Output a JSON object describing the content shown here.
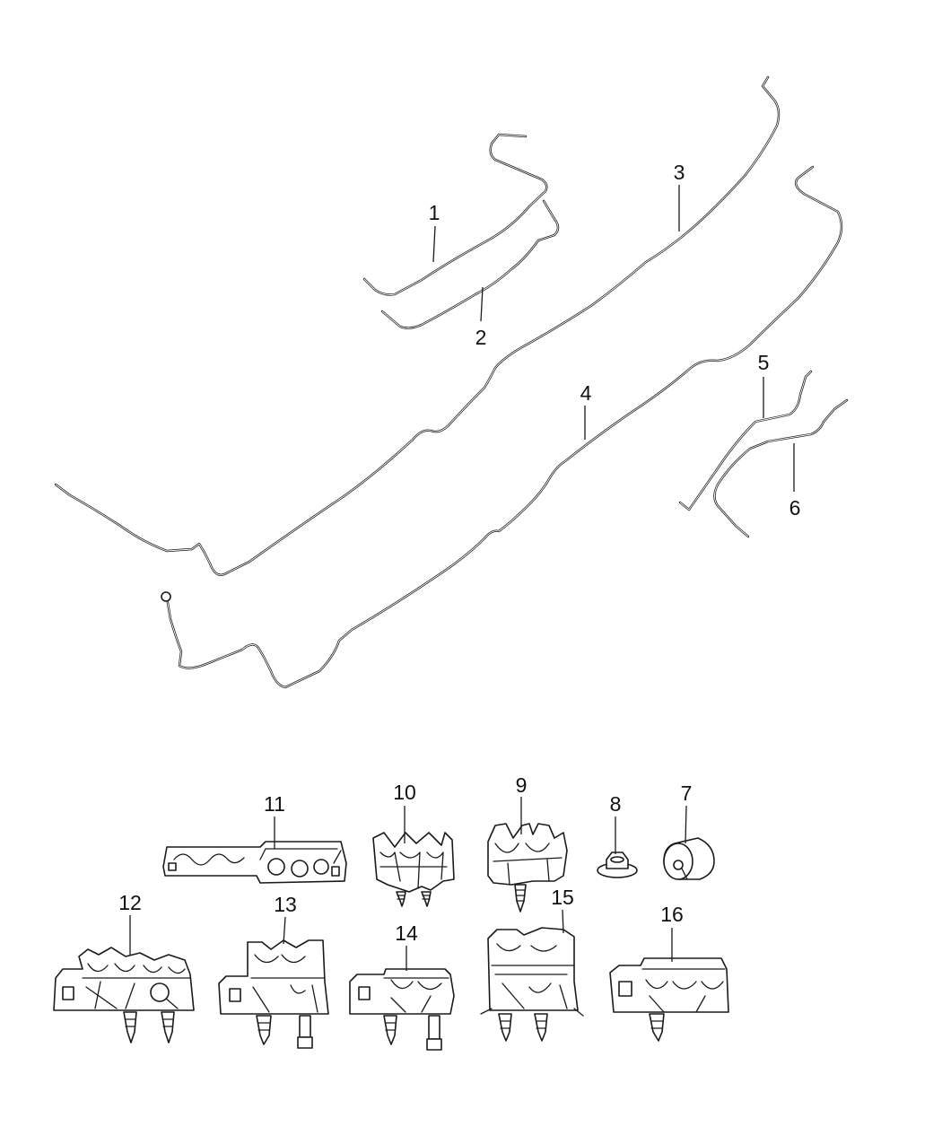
{
  "callouts": [
    {
      "id": "1",
      "text": "1"
    },
    {
      "id": "2",
      "text": "2"
    },
    {
      "id": "3",
      "text": "3"
    },
    {
      "id": "4",
      "text": "4"
    },
    {
      "id": "5",
      "text": "5"
    },
    {
      "id": "6",
      "text": "6"
    },
    {
      "id": "7",
      "text": "7"
    },
    {
      "id": "8",
      "text": "8"
    },
    {
      "id": "9",
      "text": "9"
    },
    {
      "id": "10",
      "text": "10"
    },
    {
      "id": "11",
      "text": "11"
    },
    {
      "id": "12",
      "text": "12"
    },
    {
      "id": "13",
      "text": "13"
    },
    {
      "id": "14",
      "text": "14"
    },
    {
      "id": "15",
      "text": "15"
    },
    {
      "id": "16",
      "text": "16"
    }
  ],
  "colors": {
    "line": "#1a1a1a",
    "background": "#ffffff"
  }
}
